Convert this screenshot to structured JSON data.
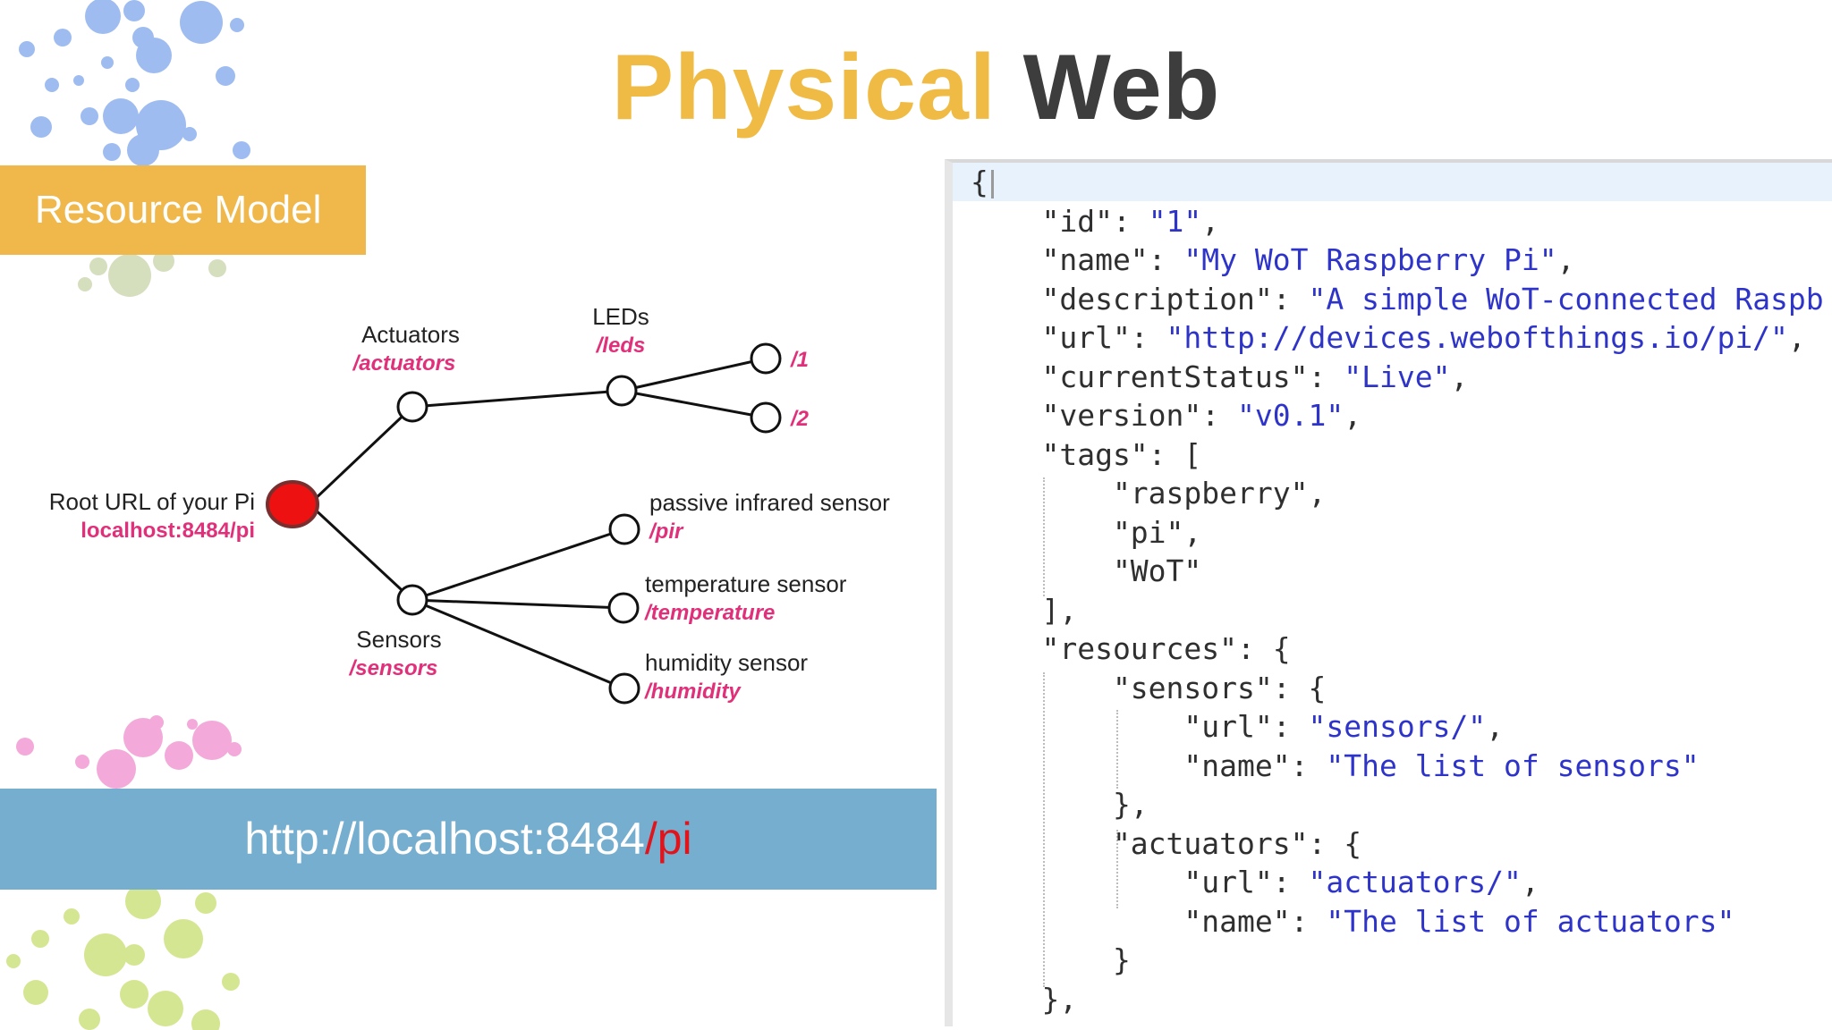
{
  "title": {
    "word1": "Physical",
    "word2": "Web"
  },
  "section_label": "Resource Model",
  "diagram": {
    "root": {
      "label": "Root URL of your Pi",
      "path": "localhost:8484/pi"
    },
    "actuators": {
      "label": "Actuators",
      "path": "/actuators"
    },
    "leds": {
      "label": "LEDs",
      "path": "/leds"
    },
    "led1": {
      "path": "/1"
    },
    "led2": {
      "path": "/2"
    },
    "sensors": {
      "label": "Sensors",
      "path": "/sensors"
    },
    "pir": {
      "label": "passive infrared sensor",
      "path": "/pir"
    },
    "temperature": {
      "label": "temperature sensor",
      "path": "/temperature"
    },
    "humidity": {
      "label": "humidity sensor",
      "path": "/humidity"
    }
  },
  "url_bar": {
    "base": "http://localhost:8484",
    "suffix": "/pi"
  },
  "code_lines": [
    [
      {
        "t": "{"
      }
    ],
    [
      {
        "t": "    \"id\": "
      },
      {
        "t": "\"1\"",
        "s": 1
      },
      {
        "t": ","
      }
    ],
    [
      {
        "t": "    \"name\": "
      },
      {
        "t": "\"My WoT Raspberry Pi\"",
        "s": 1
      },
      {
        "t": ","
      }
    ],
    [
      {
        "t": "    \"description\": "
      },
      {
        "t": "\"A simple WoT-connected Raspb",
        "s": 1
      }
    ],
    [
      {
        "t": "    \"url\": "
      },
      {
        "t": "\"http://devices.webofthings.io/pi/\"",
        "s": 1
      },
      {
        "t": ","
      }
    ],
    [
      {
        "t": "    \"currentStatus\": "
      },
      {
        "t": "\"Live\"",
        "s": 1
      },
      {
        "t": ","
      }
    ],
    [
      {
        "t": "    \"version\": "
      },
      {
        "t": "\"v0.1\"",
        "s": 1
      },
      {
        "t": ","
      }
    ],
    [
      {
        "t": "    \"tags\": ["
      }
    ],
    [
      {
        "t": "        \"raspberry\","
      }
    ],
    [
      {
        "t": "        \"pi\","
      }
    ],
    [
      {
        "t": "        \"WoT\""
      }
    ],
    [
      {
        "t": "    ],"
      }
    ],
    [
      {
        "t": "    \"resources\": {"
      }
    ],
    [
      {
        "t": "        \"sensors\": {"
      }
    ],
    [
      {
        "t": "            \"url\": "
      },
      {
        "t": "\"sensors/\"",
        "s": 1
      },
      {
        "t": ","
      }
    ],
    [
      {
        "t": "            \"name\": "
      },
      {
        "t": "\"The list of sensors\"",
        "s": 1
      }
    ],
    [
      {
        "t": "        },"
      }
    ],
    [
      {
        "t": "        \"actuators\": {"
      }
    ],
    [
      {
        "t": "            \"url\": "
      },
      {
        "t": "\"actuators/\"",
        "s": 1
      },
      {
        "t": ","
      }
    ],
    [
      {
        "t": "            \"name\": "
      },
      {
        "t": "\"The list of actuators\"",
        "s": 1
      }
    ],
    [
      {
        "t": "        }"
      }
    ],
    [
      {
        "t": "    },"
      }
    ]
  ],
  "colors": {
    "title_accent": "#f0bb45",
    "title_dark": "#3d3d3d",
    "label_bg": "#f0b84a",
    "url_bar_bg": "#76aecf",
    "url_suffix": "#e2141b",
    "path_text": "#e0307a",
    "root_node": "#ee1111",
    "json_string": "#2f34c9"
  }
}
